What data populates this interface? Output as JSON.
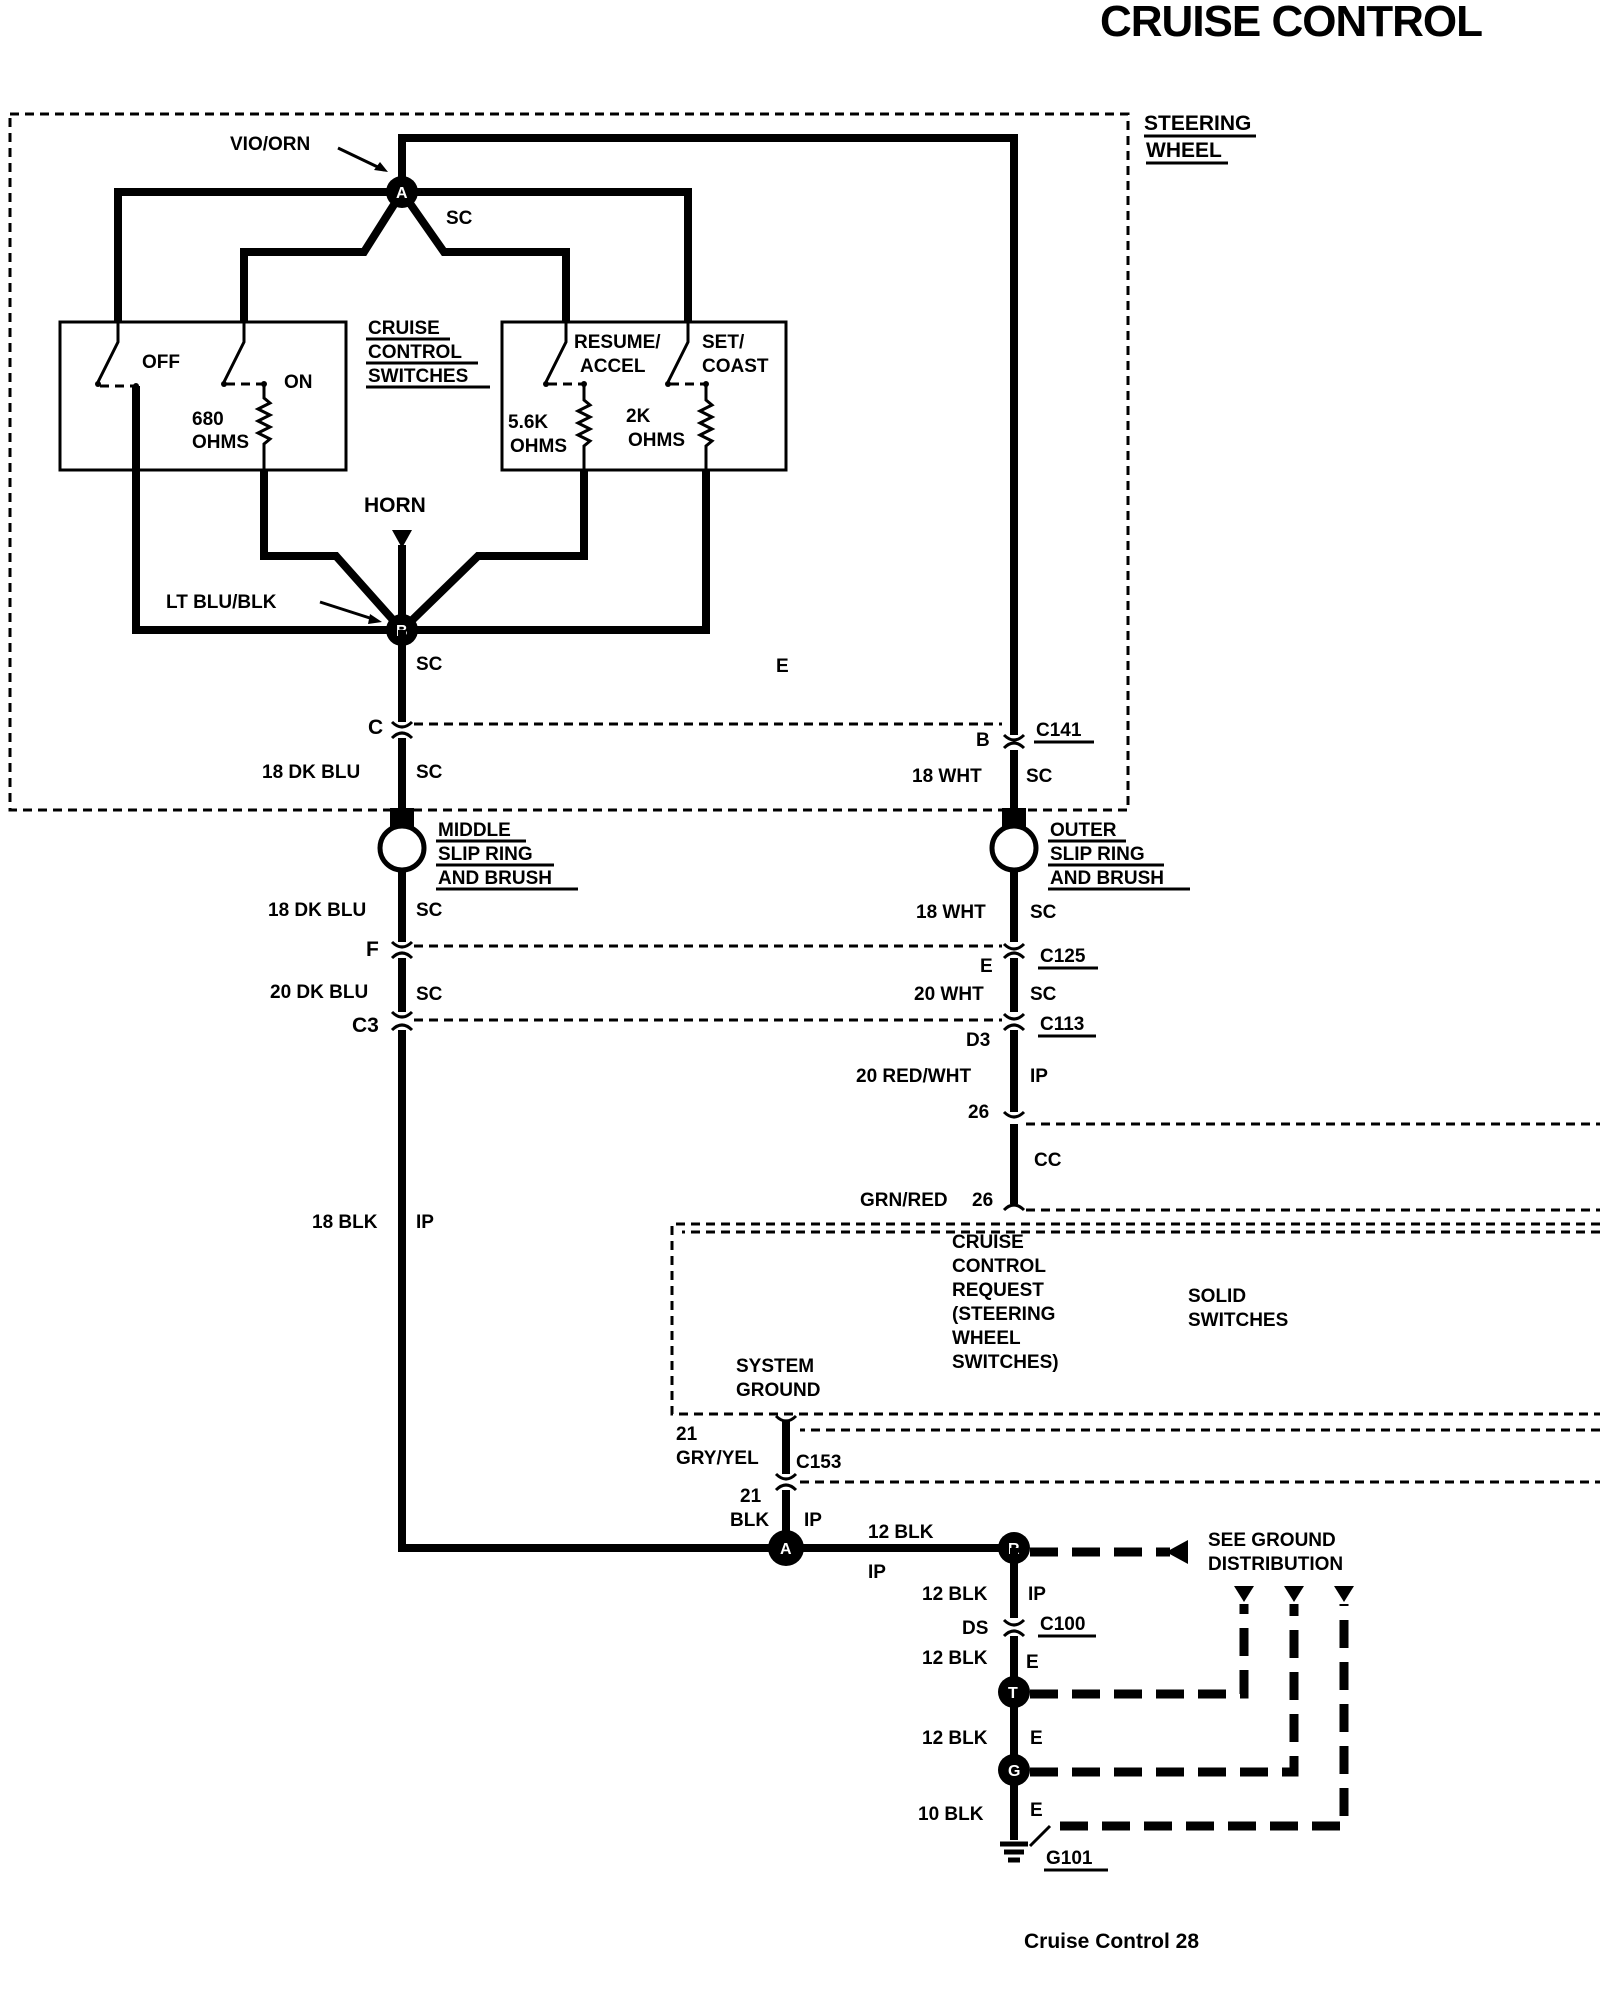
{
  "page": {
    "title": "CRUISE CONTROL",
    "footer": "Cruise Control 28"
  },
  "steering_wheel": {
    "line1": "STEERING",
    "line2": "WHEEL"
  },
  "switches": {
    "group_line1": "CRUISE",
    "group_line2": "CONTROL",
    "group_line3": "SWITCHES",
    "off": "OFF",
    "on": "ON",
    "r680_1": "680",
    "r680_2": "OHMS",
    "resume_1": "RESUME/",
    "resume_2": "ACCEL",
    "set_1": "SET/",
    "set_2": "COAST",
    "r56_1": "5.6K",
    "r56_2": "OHMS",
    "r2k_1": "2K",
    "r2k_2": "OHMS"
  },
  "wires": {
    "vio_orn": "VIO/ORN",
    "lt_blu_blk": "LT BLU/BLK",
    "horn": "HORN",
    "sc": "SC",
    "e": "E",
    "ip": "IP",
    "cc": "CC",
    "dk_blu_18": "18 DK BLU",
    "dk_blu_20": "20 DK BLU",
    "wht_18": "18 WHT",
    "wht_20": "20 WHT",
    "red_wht_20": "20 RED/WHT",
    "grn_red": "GRN/RED",
    "blk_18": "18 BLK",
    "blk_12": "12 BLK",
    "blk_10": "10 BLK",
    "gry_yel_num": "21",
    "gry_yel": "GRY/YEL",
    "blk21_num": "21",
    "blk21": "BLK"
  },
  "connectors": {
    "c": "C",
    "b": "B",
    "c141": "C141",
    "f": "F",
    "e_pin": "E",
    "c125": "C125",
    "c3": "C3",
    "d3": "D3",
    "c113": "C113",
    "pin26a": "26",
    "pin26b": "26",
    "c153": "C153",
    "ds": "DS",
    "c100": "C100",
    "g101": "G101"
  },
  "nodes": {
    "a_top": "A",
    "b_mid": "B",
    "a_bot": "A",
    "r": "R",
    "t": "T",
    "g": "G"
  },
  "slip_rings": {
    "middle_1": "MIDDLE",
    "middle_2": "SLIP RING",
    "middle_3": "AND BRUSH",
    "outer_1": "OUTER",
    "outer_2": "SLIP RING",
    "outer_3": "AND BRUSH"
  },
  "module": {
    "request_1": "CRUISE",
    "request_2": "CONTROL",
    "request_3": "REQUEST",
    "request_4": "(STEERING",
    "request_5": "WHEEL",
    "request_6": "SWITCHES)",
    "solid_1": "SOLID",
    "solid_2": "SWITCHES",
    "sysgnd_1": "SYSTEM",
    "sysgnd_2": "GROUND"
  },
  "ground": {
    "see_1": "SEE GROUND",
    "see_2": "DISTRIBUTION"
  }
}
